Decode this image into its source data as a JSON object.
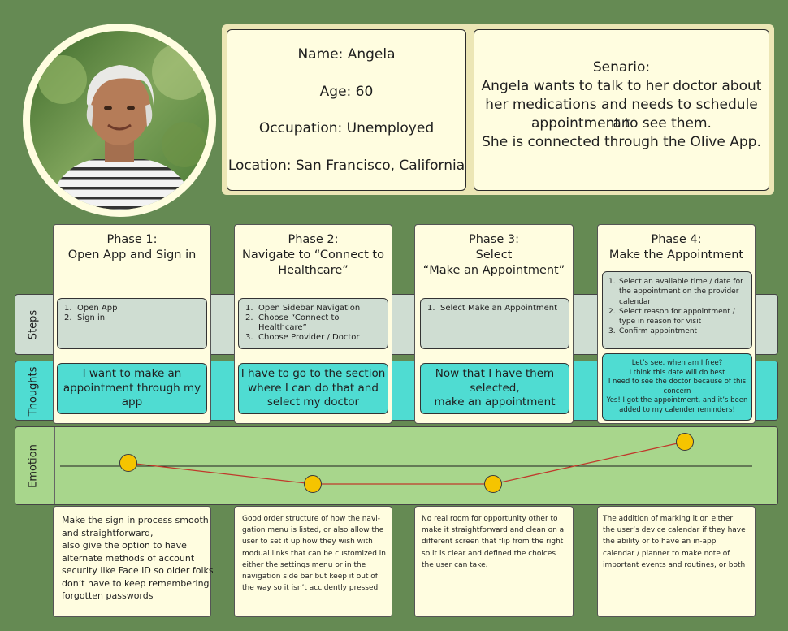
{
  "persona": {
    "avatar_alt": "Portrait of Angela",
    "name": "Name: Angela",
    "age": "Age: 60",
    "occupation": "Occupation: Unemployed",
    "location": "Location: San Francisco, California"
  },
  "scenario": {
    "lines": [
      "Senario:",
      "Angela wants to talk to her doctor about",
      "her medications and needs to schedule an",
      "appointment to see them.",
      "She is connected through the Olive App."
    ]
  },
  "lanes": {
    "steps": "Steps",
    "thoughts": "Thoughts",
    "emotion": "Emotion"
  },
  "phases": [
    {
      "title_lines": [
        "Phase 1:",
        "Open App and Sign in"
      ],
      "steps": [
        {
          "n": "1.",
          "text": "Open App"
        },
        {
          "n": "2.",
          "text": "Sign in"
        }
      ],
      "thought_lines": [
        "I want to make an",
        "appointment through my",
        "app"
      ],
      "note_lines": [
        "Make the sign in process smooth",
        "and straightforward,",
        "also give the option to have",
        "alternate methods of account",
        "security like Face ID so older folks",
        "don’t have to keep remembering",
        "forgotten passwords"
      ]
    },
    {
      "title_lines": [
        "Phase 2:",
        "Navigate to “Connect to",
        "Healthcare”"
      ],
      "steps": [
        {
          "n": "1.",
          "text": "Open Sidebar Navigation"
        },
        {
          "n": "2.",
          "text": "Choose “Connect to Healthcare”"
        },
        {
          "n": "3.",
          "text": "Choose Provider / Doctor"
        }
      ],
      "thought_lines": [
        "I have to go to the section",
        "where I can do that and",
        "select my doctor"
      ],
      "note_lines": [
        "Good order structure of how the navi-",
        "gation menu is listed, or also allow the",
        "user to set it up how they wish with",
        "modual links that can be customized in",
        "either the settings menu or in the",
        "navigation side bar but keep it out of",
        "the way so it isn’t accidently pressed"
      ]
    },
    {
      "title_lines": [
        "Phase 3:",
        "Select",
        "“Make an Appointment”"
      ],
      "steps": [
        {
          "n": "1.",
          "text": "Select Make an Appointment"
        }
      ],
      "thought_lines": [
        "Now that I have them",
        "selected,",
        "make an appointment"
      ],
      "note_lines": [
        "No real room for opportunity other to",
        "make it straightforward and clean on a",
        "different screen that flip from the right",
        "so it is clear and defined the choices",
        "the user can take."
      ]
    },
    {
      "title_lines": [
        "Phase 4:",
        "Make the Appointment"
      ],
      "steps": [
        {
          "n": "1.",
          "text": "Select an available time / date for the appointment on the provider calendar"
        },
        {
          "n": "2.",
          "text": "Select reason for appointment / type in reason for visit"
        },
        {
          "n": "3.",
          "text": "Confirm appointment"
        }
      ],
      "thought_lines": [
        "Let’s see, when am I free?",
        "I think this date will do best",
        "I need to see the doctor because of this",
        "concern",
        "Yes! I got the appointment, and it’s been",
        "added to my calender reminders!"
      ],
      "note_lines": [
        "The addition of marking it on either",
        "the user’s device calendar if they have",
        "the ability or to have an in-app",
        "calendar / planner to make note of",
        "important events and routines, or both"
      ]
    }
  ],
  "emotion": {
    "levels": [
      0.5,
      0.0,
      0.0,
      1.0
    ],
    "line_color": "#c0392b",
    "dot_color": "#f5c400"
  }
}
